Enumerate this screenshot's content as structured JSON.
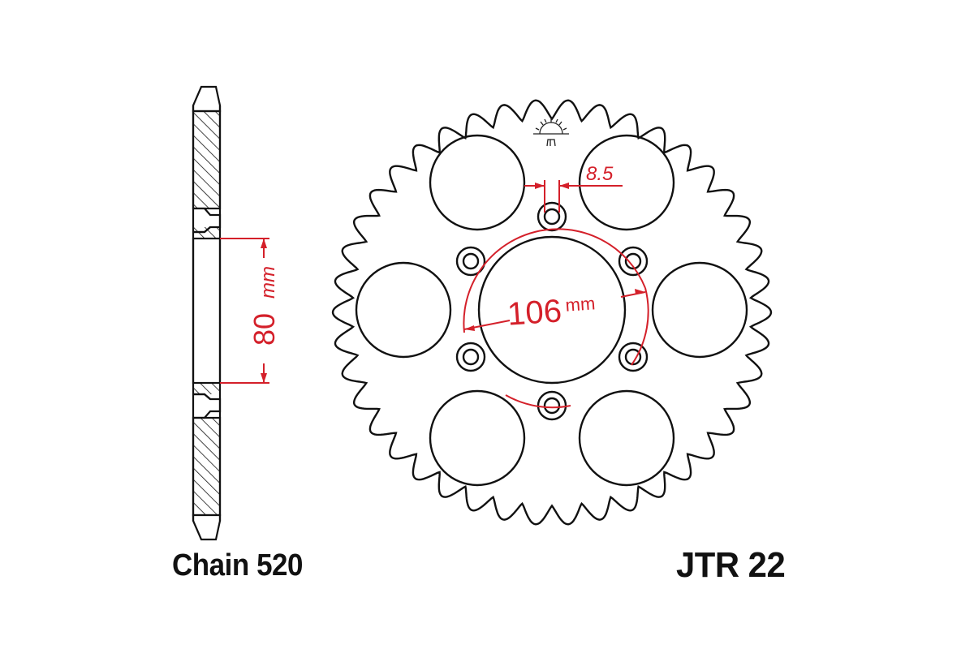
{
  "title": "JTR 22",
  "labels": {
    "chain": "Chain 520",
    "part_number": "JTR 22"
  },
  "dimensions": {
    "center_bore": "80",
    "center_bore_unit": "mm",
    "bolt_circle": "106",
    "bolt_circle_unit": "mm",
    "bolt_hole": "8.5"
  },
  "sprocket": {
    "teeth": 42,
    "bolt_holes": 6,
    "lightening_holes": 6
  },
  "colors": {
    "line": "#111111",
    "dimension": "#d4202a",
    "background": "#ffffff"
  },
  "icons": [
    "side-profile-view",
    "sprocket-face-view",
    "jt-sun-logo-icon"
  ]
}
